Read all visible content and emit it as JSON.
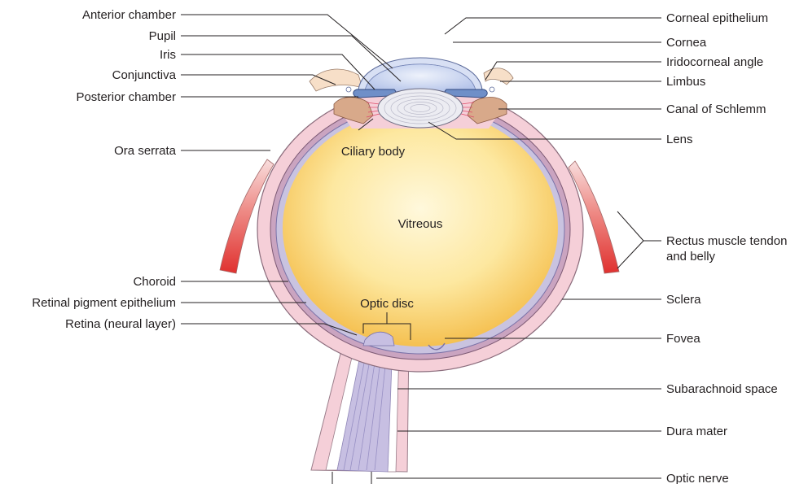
{
  "labels": {
    "left": {
      "anterior_chamber": "Anterior chamber",
      "pupil": "Pupil",
      "iris": "Iris",
      "conjunctiva": "Conjunctiva",
      "posterior_chamber": "Posterior chamber",
      "ora_serrata": "Ora serrata",
      "choroid": "Choroid",
      "retinal_pigment_epithelium": "Retinal pigment epithelium",
      "retina_neural_layer": "Retina (neural layer)"
    },
    "right": {
      "corneal_epithelium": "Corneal epithelium",
      "cornea": "Cornea",
      "iridocorneal_angle": "Iridocorneal angle",
      "limbus": "Limbus",
      "canal_of_schlemm": "Canal of Schlemm",
      "lens": "Lens",
      "rectus_muscle_line1": "Rectus muscle tendon",
      "rectus_muscle_line2": "and belly",
      "sclera": "Sclera",
      "fovea": "Fovea",
      "subarachnoid_space": "Subarachnoid space",
      "dura_mater": "Dura mater",
      "optic_nerve": "Optic nerve"
    },
    "inner": {
      "ciliary_body": "Ciliary body",
      "vitreous": "Vitreous",
      "optic_disc": "Optic disc"
    }
  },
  "colors": {
    "sclera": "#f5cfd8",
    "choroid": "#caa4c0",
    "retina": "#c9c3e0",
    "vitreous_center": "#fff7d6",
    "vitreous_edge": "#f7c75a",
    "cornea": "#c3cfec",
    "lens": "#e6e6ee",
    "iris": "#6f8fc8",
    "muscle": "#e0312f",
    "nerve": "#c7bfe2"
  }
}
